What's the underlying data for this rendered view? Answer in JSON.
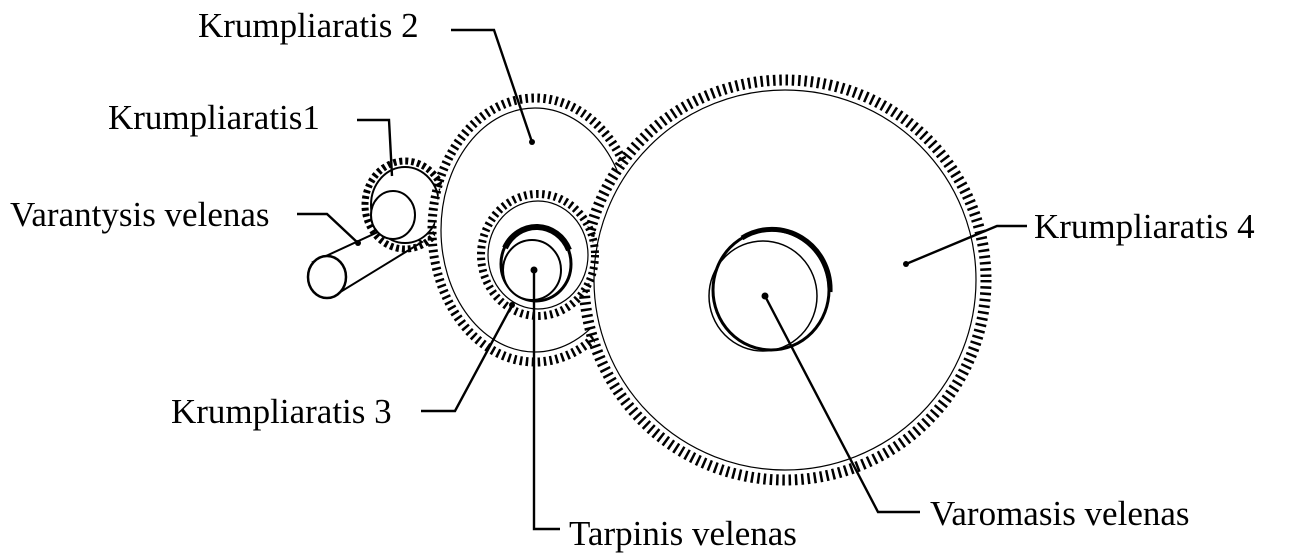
{
  "labels": {
    "gear2": "Krumpliaratis 2",
    "gear1": "Krumpliaratis1",
    "input_shaft": "Varantysis velenas",
    "gear4": "Krumpliaratis 4",
    "gear3": "Krumpliaratis 3",
    "intermediate_shaft": "Tarpinis velenas",
    "output_shaft": "Varomasis velenas"
  },
  "colors": {
    "ink": "#000000",
    "background": "#ffffff"
  }
}
